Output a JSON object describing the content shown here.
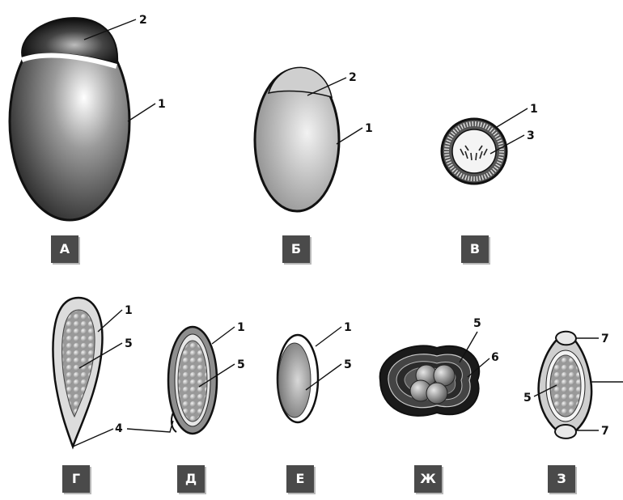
{
  "panels": [
    {
      "letter": "А"
    },
    {
      "letter": "Б"
    },
    {
      "letter": "В"
    },
    {
      "letter": "Г"
    },
    {
      "letter": "Д"
    },
    {
      "letter": "Е"
    },
    {
      "letter": "Ж"
    },
    {
      "letter": "З"
    }
  ],
  "numbers": {
    "n1": "1",
    "n2": "2",
    "n3": "3",
    "n4": "4",
    "n5": "5",
    "n6": "6",
    "n7": "7"
  },
  "colors": {
    "badge": "#4a4a4a",
    "outline": "#111111"
  }
}
